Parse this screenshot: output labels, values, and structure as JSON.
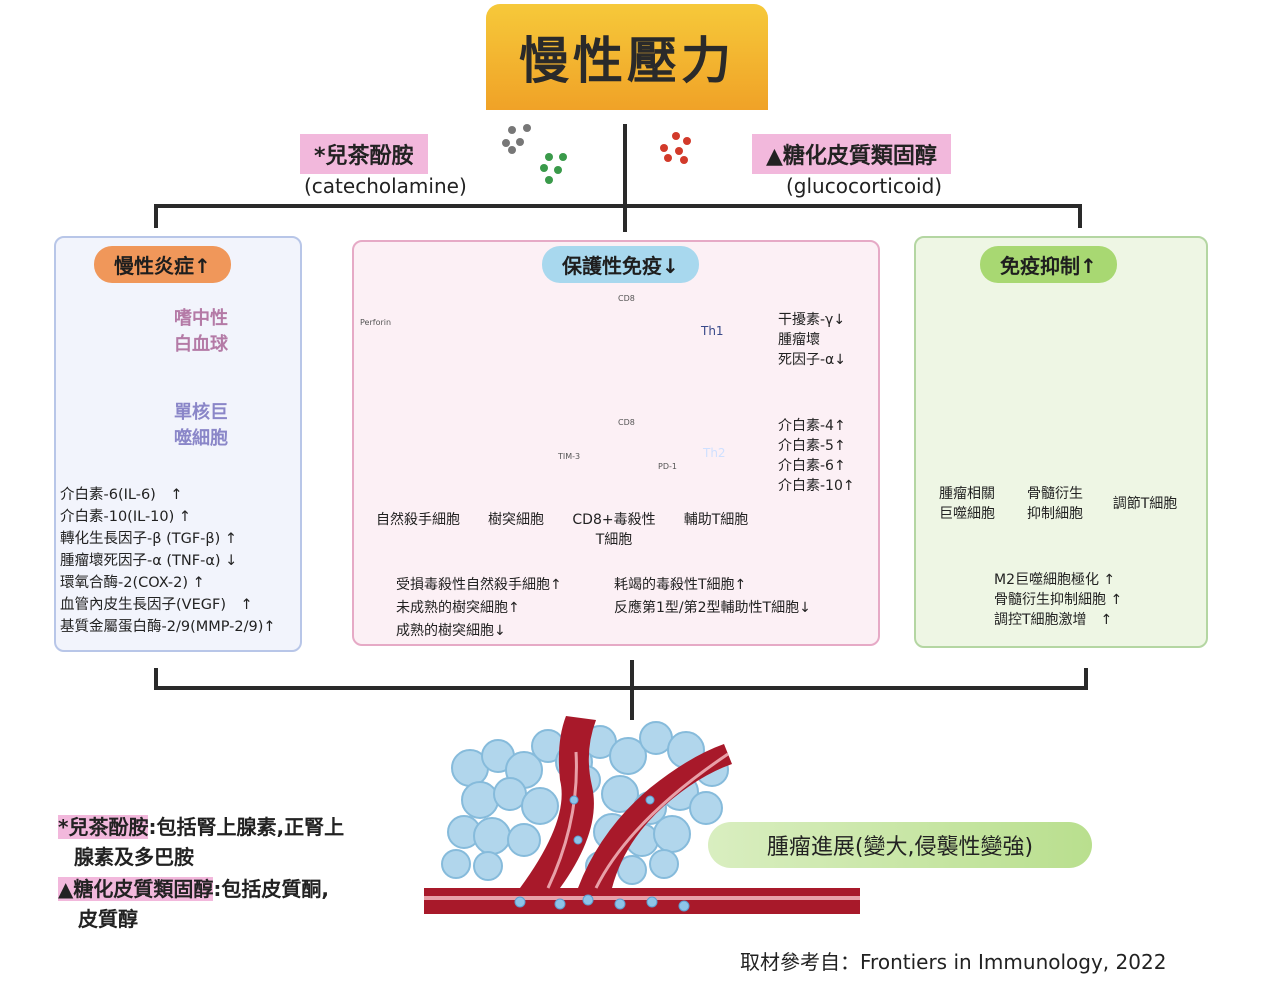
{
  "title": "慢性壓力",
  "catecholamine": {
    "label": "*兒茶酚胺",
    "english": "(catecholamine)"
  },
  "glucocorticoid": {
    "label": "▲糖化皮質類固醇",
    "english": "(glucocorticoid)"
  },
  "left_panel": {
    "header": "慢性炎症↑",
    "cell_neutrophil": "嗜中性\n白血球",
    "cell_monocyte": "單核巨\n噬細胞",
    "factors": [
      "介白素-6(IL-6)　↑",
      "介白素-10(IL-10) ↑",
      "轉化生長因子-β (TGF-β) ↑",
      "腫瘤壞死因子-α (TNF-α) ↓",
      "環氧合酶-2(COX-2) ↑",
      "血管內皮生長因子(VEGF)　↑",
      "基質金屬蛋白酶-2/9(MMP-2/9)↑"
    ]
  },
  "middle_panel": {
    "header": "保護性免疫↓",
    "tiny_labels": {
      "perforin": "Perforin",
      "cd8_top": "CD8",
      "cd8_bottom": "CD8",
      "tim3": "TIM-3",
      "pd1": "PD-1",
      "th1": "Th1",
      "th2": "Th2"
    },
    "cells": [
      "自然殺手細胞",
      "樹突細胞",
      "CD8+毒殺性\nT細胞",
      "輔助T細胞"
    ],
    "th1_cytokines": "干擾素-γ↓\n腫瘤壞\n死因子-α↓",
    "th2_cytokines": "介白素-4↑\n介白素-5↑\n介白素-6↑\n介白素-10↑",
    "effects_left": "受損毒殺性自然殺手細胞↑\n未成熟的樹突細胞↑\n成熟的樹突細胞↓",
    "effects_right": "耗竭的毒殺性T細胞↑\n反應第1型/第2型輔助性T細胞↓"
  },
  "right_panel": {
    "header": "免疫抑制↑",
    "cells": [
      "腫瘤相關\n巨噬細胞",
      "骨髓衍生\n抑制細胞",
      "調節T細胞"
    ],
    "effects": "M2巨噬細胞極化 ↑\n骨髓衍生抑制細胞 ↑\n調控T細胞激增　↑"
  },
  "tumor_label": "腫瘤進展(變大,侵襲性變強)",
  "notes": [
    {
      "key": "*兒茶酚胺",
      "text": ":包括腎上腺素,正腎上",
      "cont": "腺素及多巴胺"
    },
    {
      "key": "▲糖化皮質類固醇",
      "text": ":包括皮質酮,",
      "cont": "皮質醇"
    }
  ],
  "source": "取材參考自：Frontiers in Immunology, 2022",
  "colors": {
    "title_bg": "#f0a227",
    "pink_highlight": "#f2b8dc",
    "inflammation": "#f0975a",
    "protective": "#a8d8ee",
    "suppression": "#a8d872",
    "vessel": "#a8192a",
    "tumor_cells": "#9fcbe6"
  }
}
